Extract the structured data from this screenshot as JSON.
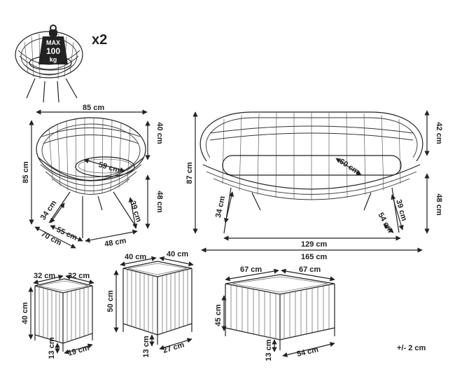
{
  "colors": {
    "line": "#222222",
    "badge": "#222222",
    "background": "#ffffff"
  },
  "icons": {
    "weight": "weight-icon",
    "arrow": "arrowhead-icon"
  },
  "header": {
    "max_label": "MAX",
    "max_value": "100",
    "max_unit": "kg",
    "quantity": "x2"
  },
  "armchair": {
    "width": "85 cm",
    "depth_outer": "85 cm",
    "height_back": "40 cm",
    "seat_width": "59 cm",
    "seat_height": "48 cm",
    "leg_splay": "39 cm",
    "leg_length": "34 cm",
    "base_depth": "55 cm",
    "overall_depth": "70 cm",
    "base_width": "48 cm"
  },
  "sofa": {
    "height": "87 cm",
    "back_height": "42 cm",
    "seat_depth": "60 cm",
    "seat_height": "48 cm",
    "leg_length": "34 cm",
    "leg_splay": "39 cm",
    "foot": "54 cm",
    "base_width": "129 cm",
    "overall_width": "165 cm"
  },
  "small_table": {
    "top_depth": "32 cm",
    "top_width": "32 cm",
    "height": "40 cm",
    "leg": "13 cm",
    "base": "19 cm"
  },
  "medium_table": {
    "top_depth": "40 cm",
    "top_width": "40 cm",
    "height": "50 cm",
    "leg": "13 cm",
    "base": "27 cm"
  },
  "large_table": {
    "top_depth": "67 cm",
    "top_width": "67 cm",
    "height": "45 cm",
    "leg": "13 cm",
    "base": "54 cm"
  },
  "tolerance": "+/- 2 cm"
}
